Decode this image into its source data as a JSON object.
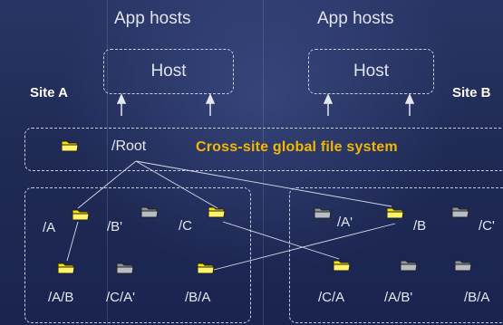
{
  "header": {
    "app_hosts_left": "App hosts",
    "app_hosts_right": "App hosts",
    "host_left": "Host",
    "host_right": "Host"
  },
  "sites": {
    "left": "Site A",
    "right": "Site B"
  },
  "filesystem": {
    "title": "Cross-site global file system",
    "root_label": "/Root"
  },
  "site_a_folders": {
    "a": "/A",
    "b_prime": "/B'",
    "c": "/C",
    "a_b": "/A/B",
    "c_a_prime": "/C/A'",
    "b_a": "/B/A"
  },
  "site_b_folders": {
    "a_prime": "/A'",
    "b": "/B",
    "c_prime": "/C'",
    "c_a": "/C/A",
    "a_b_prime": "/A/B'",
    "b_a": "/B/A"
  },
  "legend_colors": {
    "active_folder": "#f5e400",
    "inactive_folder": "#9aa0a8",
    "title_accent": "#f2b800"
  }
}
